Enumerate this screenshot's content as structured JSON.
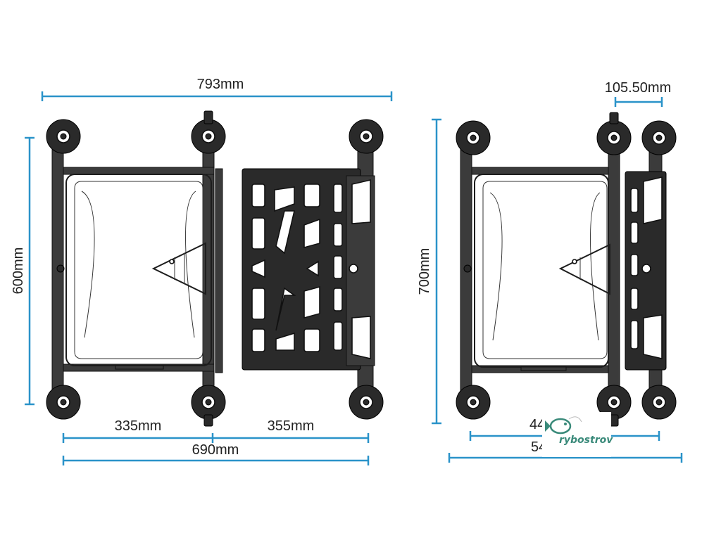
{
  "colors": {
    "dimension": "#2a93c9",
    "drawing": "#1d1d1d",
    "watermark": "#3a8a7a"
  },
  "left_view": {
    "dim_top": "793mm",
    "dim_left": "600mm",
    "dim_bottom_left": "335mm",
    "dim_bottom_right": "355mm",
    "dim_bottom_total": "690mm"
  },
  "right_view": {
    "dim_top": "105.50mm",
    "dim_left": "700mm",
    "dim_bottom_1_partial": "44",
    "dim_bottom_2_partial": "54"
  },
  "watermark": {
    "text": "rybostrov"
  }
}
